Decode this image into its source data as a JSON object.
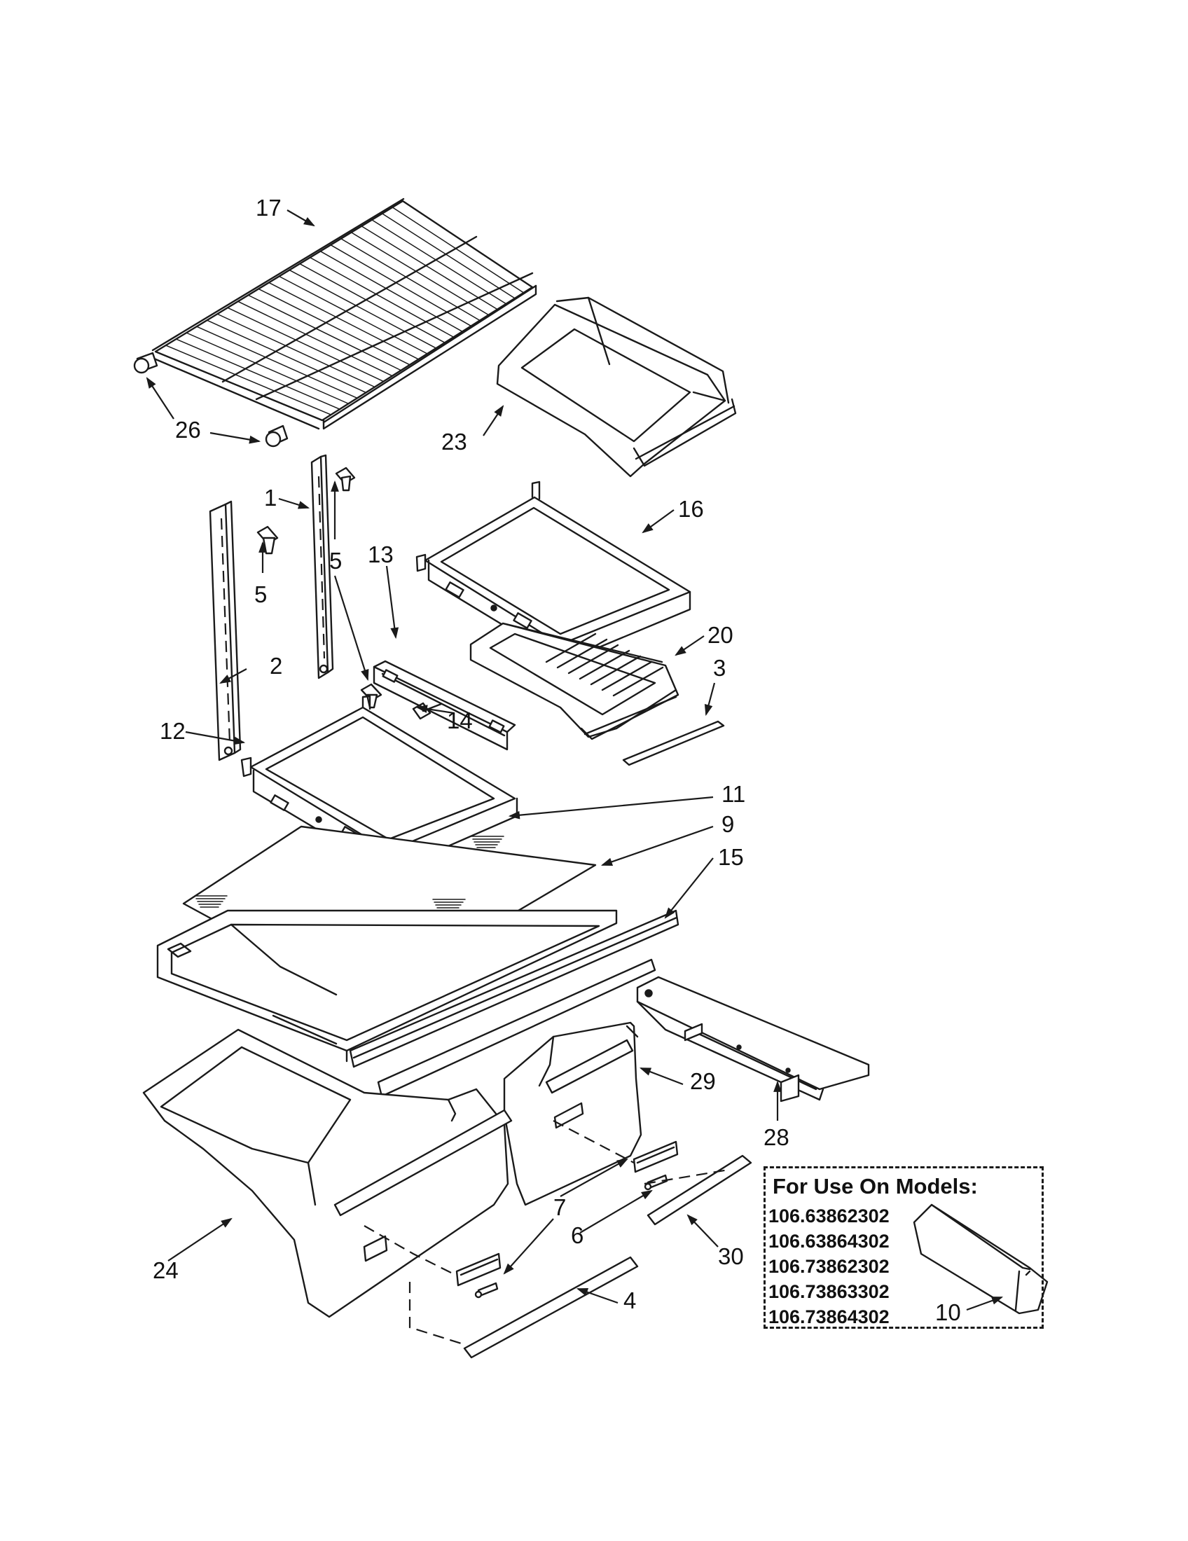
{
  "callouts": [
    {
      "id": "c17",
      "text": "17"
    },
    {
      "id": "c26",
      "text": "26"
    },
    {
      "id": "c23",
      "text": "23"
    },
    {
      "id": "c1",
      "text": "1"
    },
    {
      "id": "c5a",
      "text": "5"
    },
    {
      "id": "c5b",
      "text": "5"
    },
    {
      "id": "c5c",
      "text": "5"
    },
    {
      "id": "c2",
      "text": "2"
    },
    {
      "id": "c16",
      "text": "16"
    },
    {
      "id": "c13",
      "text": "13"
    },
    {
      "id": "c20",
      "text": "20"
    },
    {
      "id": "c3",
      "text": "3"
    },
    {
      "id": "c14",
      "text": "14"
    },
    {
      "id": "c12",
      "text": "12"
    },
    {
      "id": "c11",
      "text": "11"
    },
    {
      "id": "c9",
      "text": "9"
    },
    {
      "id": "c15",
      "text": "15"
    },
    {
      "id": "c29",
      "text": "29"
    },
    {
      "id": "c28",
      "text": "28"
    },
    {
      "id": "c7",
      "text": "7"
    },
    {
      "id": "c6",
      "text": "6"
    },
    {
      "id": "c30",
      "text": "30"
    },
    {
      "id": "c24",
      "text": "24"
    },
    {
      "id": "c4",
      "text": "4"
    },
    {
      "id": "c10",
      "text": "10"
    }
  ],
  "models_box": {
    "title": "For Use On Models:",
    "models": [
      "106.63862302",
      "106.63864302",
      "106.73862302",
      "106.73863302",
      "106.73864302"
    ]
  }
}
